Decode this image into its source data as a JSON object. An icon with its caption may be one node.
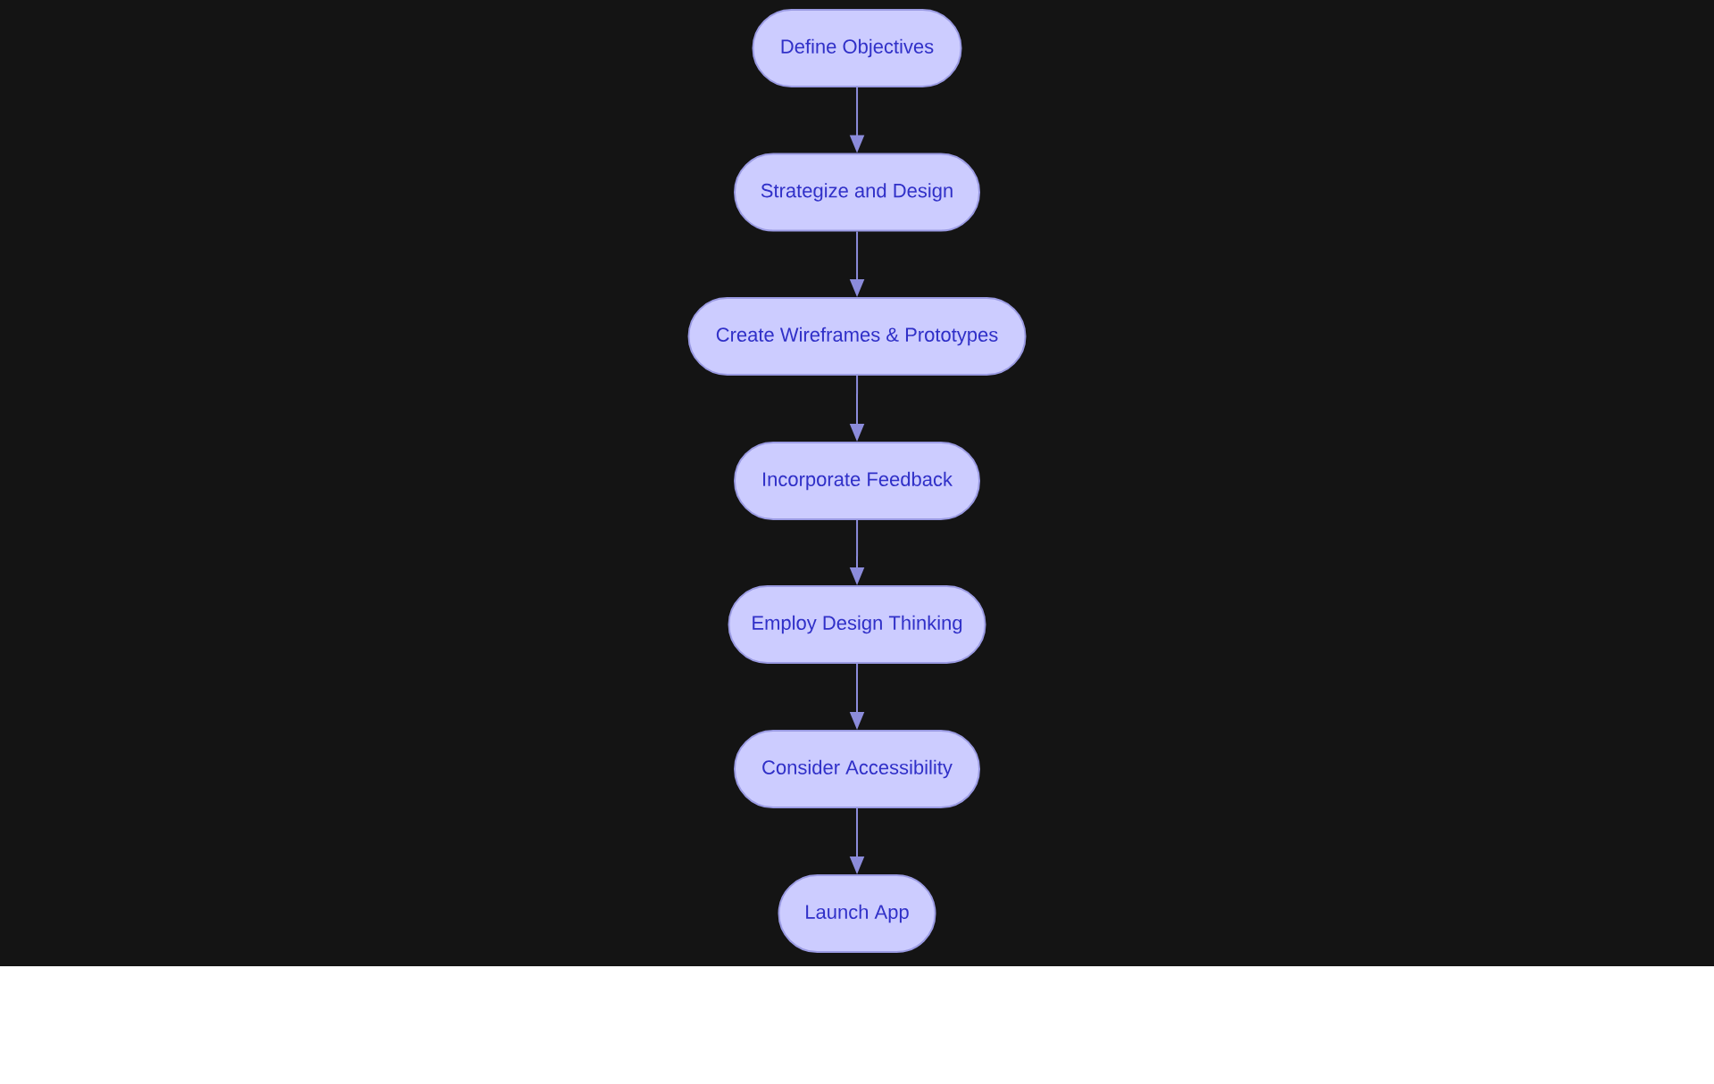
{
  "diagram": {
    "nodes": [
      {
        "text": [
          "Define Objectives"
        ]
      },
      {
        "text": [
          "Strategize and Design"
        ]
      },
      {
        "text": [
          "Create Wireframes & Prototypes"
        ]
      },
      {
        "text": [
          "Incorporate Feedback"
        ]
      },
      {
        "text": [
          "Employ Design Thinking"
        ]
      },
      {
        "text": [
          "Consider Accessibility"
        ]
      },
      {
        "text": [
          "Launch App"
        ]
      }
    ],
    "edges": [
      {
        "from": 0,
        "to": 1,
        "arrow": "to"
      },
      {
        "from": 1,
        "to": 2,
        "arrow": "to"
      },
      {
        "from": 2,
        "to": 3,
        "arrow": "to"
      },
      {
        "from": 3,
        "to": 4,
        "arrow": "to"
      },
      {
        "from": 4,
        "to": 5,
        "arrow": "to"
      },
      {
        "from": 5,
        "to": 6,
        "arrow": "to"
      }
    ]
  }
}
